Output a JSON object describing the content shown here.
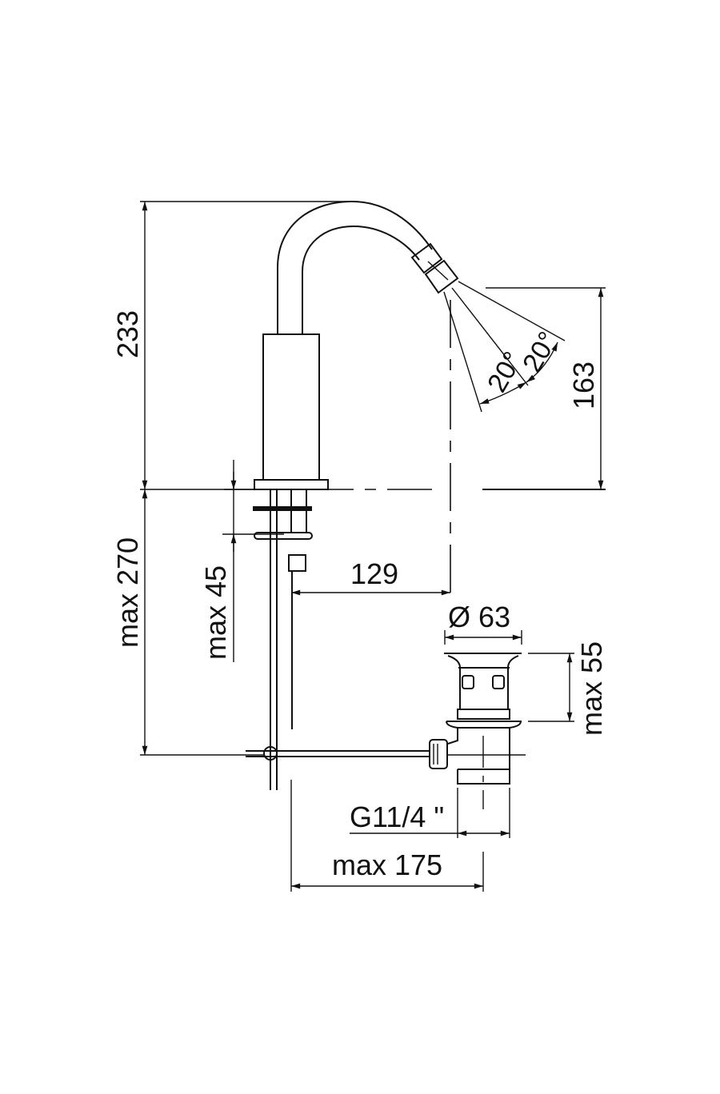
{
  "drawing": {
    "dimensions": {
      "overall_height": "233",
      "spout_height": "163",
      "angle_left": "20°",
      "angle_right": "20°",
      "max_below_deck": "max 270",
      "max_deck_thickness": "max 45",
      "spout_reach": "129",
      "drain_diameter": "Ø 63",
      "drain_max_height": "max 55",
      "drain_thread": "G11/4 \"",
      "max_rod_length": "max 175"
    }
  }
}
